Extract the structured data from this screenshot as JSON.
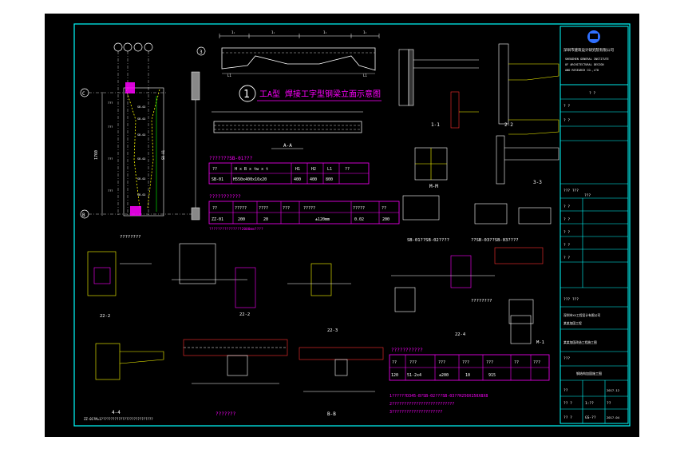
{
  "drawing": {
    "heading_number": "1",
    "heading_title": "工A型  焊接工字型钢梁立面示意图",
    "section_aa": "A-A",
    "section_11": "1-1",
    "section_22": "2-2",
    "section_33": "3-3",
    "section_44": "4-4",
    "section_mm": "M-M",
    "section_m1": "M-1",
    "section_bb": "B-B",
    "label_22_2": "22-2",
    "label_22_3": "22-3",
    "label_22_4": "22-4",
    "label_22_5": "22-2",
    "label_sb01": "SB-01??SB-02????",
    "label_zz": "??SB-03??SB-03????",
    "label_question": "????????",
    "label_question2": "????????",
    "label_grid_c": "C",
    "label_grid_b": "B",
    "label_grid_1": "1",
    "label_grid_2": "2",
    "label_grid_3": "3",
    "label_left_axis": "1760",
    "label_left_bottom": "ZZ-01?M=1???????????????????????????",
    "label_bottom_note1": "1??????D345-B?SB-02???SB-03??H250X150X8X8",
    "label_bottom_note2": "2??????????????????????????",
    "label_bottom_note3": "3?????????????????????",
    "label_table_title1": "???????SB-01???",
    "label_table_title2": "???????????",
    "label_table_title3": "???????????",
    "label_bottom_q": "???????",
    "label_mid_note": "???????????????2000mm????"
  },
  "table1": {
    "headers": [
      "??",
      "H x B x tw x t",
      "H1",
      "H2",
      "L1",
      "??"
    ],
    "row": [
      "SB-01",
      "H550x400x16x20",
      "400",
      "400",
      "800",
      ""
    ]
  },
  "table2": {
    "headers": [
      "??",
      "?????",
      "????",
      "???",
      "?????",
      "?????",
      "??"
    ],
    "row": [
      "ZZ-01",
      "200",
      "20",
      "",
      "±120mm",
      "0.02",
      "200"
    ]
  },
  "table3": {
    "headers": [
      "??",
      "???",
      "???",
      "???",
      "???",
      "??",
      "???"
    ],
    "row": [
      "120",
      "51-2x4",
      "≤200",
      "10",
      "915",
      "",
      ""
    ]
  },
  "title_block": {
    "company_cn": "深圳市建筑设计研究院有限公司",
    "company_en1": "SHENZHEN GENERAL INSTITUTE",
    "company_en2": "OF ARCHITECTURAL DESIGN",
    "company_en3": "AND RESEARCH CO.,LTD",
    "row1": "? ?",
    "row2": "? ?",
    "row3": "? ?",
    "row4": "??? ???",
    "row5": "???",
    "row6": "? ?",
    "row7": "? ?",
    "row8": "? ?",
    "row9": "? ?",
    "row10": "? ?",
    "row11": "??? ???",
    "company2": "深圳市XX工程设计有限公司",
    "company2b": "某某加固工程",
    "project": "某某加固改造工程施工图",
    "sheet_label": "???",
    "sheet_title": "钢结构加固施工图",
    "date_label": "??",
    "date_val": "2017.12",
    "scale_label": "?? ?",
    "scale_val": "1:??",
    "no_label": "?? ?",
    "no_val": "GS-??",
    "ver_label": "??",
    "ver_val": "2017.04"
  },
  "colors": {
    "background": "#000000",
    "frame": "#00ffff",
    "lines": "#ffffff",
    "accent_magenta": "#ff00ff",
    "accent_red": "#ff3030",
    "accent_yellow": "#ffff00",
    "accent_green": "#00ff00",
    "logo_blue": "#3070ff"
  }
}
